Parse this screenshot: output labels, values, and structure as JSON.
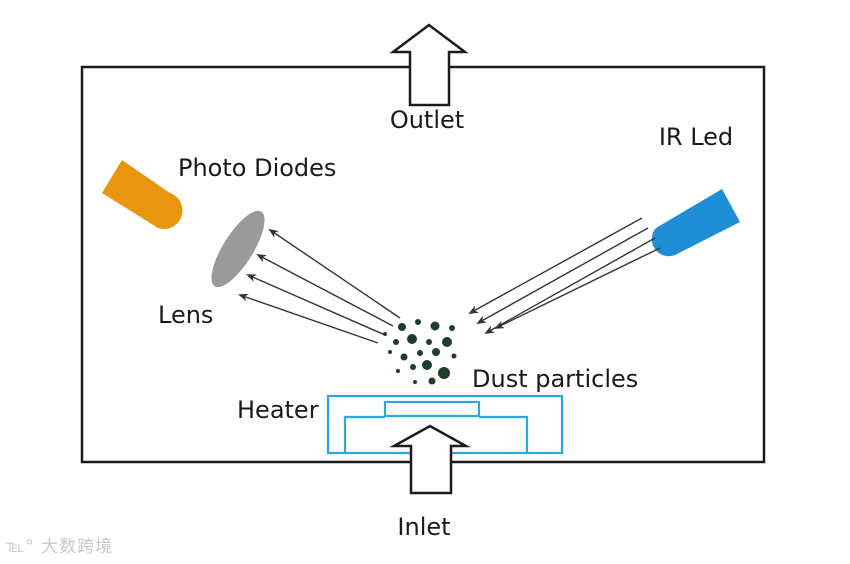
{
  "labels": {
    "outlet": "Outlet",
    "ir_led": "IR Led",
    "photo_diodes": "Photo Diodes",
    "lens": "Lens",
    "dust_particles": "Dust particles",
    "heater": "Heater",
    "inlet": "Inlet"
  },
  "watermark": "大数跨境",
  "colors": {
    "chamber": "#1a1a1a",
    "ir_led": "#1e8fd6",
    "photo_diode": "#e8960e",
    "lens": "#9a9a9a",
    "heater": "#29a8e0",
    "particles": "#1f3d2c",
    "rays": "#333333"
  }
}
